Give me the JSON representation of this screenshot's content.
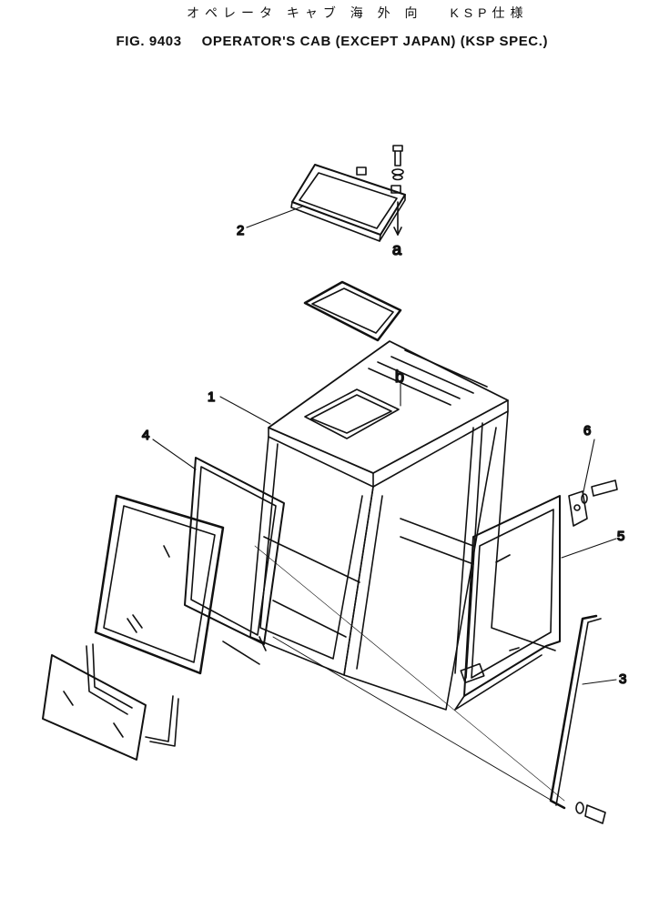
{
  "figure": {
    "title_jp": "オペレータ キャブ 海 外 向　 KSP仕様",
    "figure_number": "FIG. 9403",
    "title_en": "OPERATOR'S CAB (EXCEPT JAPAN) (KSP SPEC.)"
  },
  "callouts": [
    "1",
    "2",
    "3",
    "4",
    "5",
    "6"
  ],
  "references": [
    "a",
    "b"
  ]
}
